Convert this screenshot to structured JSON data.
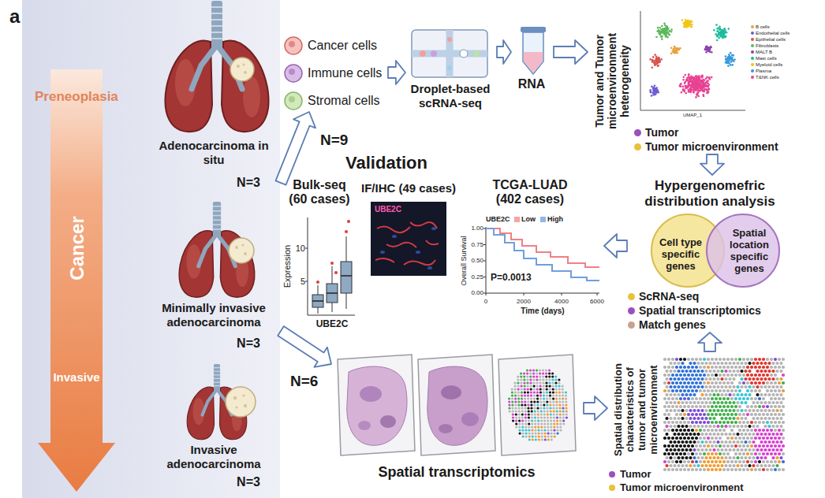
{
  "diagram": {
    "nodes": [
      {
        "text": [
          "Preneoplasia",
          "Cancer",
          "Invasive"
        ]
      },
      {
        "text": [
          "Adenocarcinoma in situ",
          "N=3"
        ],
        "in": 0
      },
      {
        "text": [
          "Minimally invasive adenocarcinoma",
          "N=3"
        ],
        "in": 0
      },
      {
        "text": [
          "Invasive adenocarcinoma",
          "N=3"
        ],
        "in": 0
      },
      {
        "text": [
          "Cancer cells",
          "Immune cells",
          "Stromal cells"
        ]
      },
      {
        "text": [
          "Droplet-based scRNA-seq"
        ]
      },
      {
        "text": [
          "RNA"
        ]
      },
      {
        "text": [
          "Tumor and Tumor microenvironment heterogeneity"
        ]
      },
      {
        "text": [
          "Hypergenomefric distribution analysis"
        ]
      },
      {
        "text": [
          "Cell type specific genes"
        ],
        "in": 8
      },
      {
        "text": [
          "Spatial location specific genes"
        ],
        "in": 8
      },
      {
        "text": [
          "Validation"
        ]
      },
      {
        "text": [
          "Bulk-seq (60 cases)"
        ],
        "in": 11
      },
      {
        "text": [
          "IF/IHC (49 cases)"
        ],
        "in": 11
      },
      {
        "text": [
          "TCGA-LUAD (402 cases)"
        ],
        "in": 11
      },
      {
        "text": [
          "Spatial transcriptomics"
        ]
      },
      {
        "text": [
          "Spatial distribution characteristics of tumor and tumor microenvironment"
        ]
      }
    ],
    "edges": [
      {
        "from": 0,
        "to": 4,
        "arrow": "to",
        "label": "N=9"
      },
      {
        "from": 4,
        "to": 5,
        "arrow": "to"
      },
      {
        "from": 5,
        "to": 6,
        "arrow": "to"
      },
      {
        "from": 6,
        "to": 7,
        "arrow": "to"
      },
      {
        "from": 7,
        "to": 8,
        "arrow": "to"
      },
      {
        "from": 16,
        "to": 8,
        "arrow": "to"
      },
      {
        "from": 8,
        "to": 11,
        "arrow": "to"
      },
      {
        "from": 0,
        "to": 15,
        "arrow": "to",
        "label": "N=6"
      },
      {
        "from": 15,
        "to": 16,
        "arrow": "to"
      }
    ],
    "labels": [
      "a",
      "B cells",
      "Endothelial cells",
      "Epithelial cells",
      "Fibroblasts",
      "MALT B",
      "Mast cells",
      "Myeloid cells",
      "Plasma",
      "T&NK cells",
      "UMAP_1",
      "Expression",
      "10",
      "5",
      "UBE2C",
      "UBE2C",
      "UBE2C",
      "Overall Survival",
      "1.00",
      "0.75",
      "0.50",
      "0.25",
      "0.00",
      "0",
      "2000",
      "4000",
      "6000",
      "Time (days)",
      "P=0.0013"
    ],
    "legend": [
      {
        "text": "Tumor",
        "color": "#9b4fc0"
      },
      {
        "text": "Tumor microenvironment",
        "color": "#e8c23a"
      },
      {
        "text": "ScRNA-seq",
        "color": "#e8c23a"
      },
      {
        "text": "Spatial transcriptomics",
        "color": "#9b4fc0"
      },
      {
        "text": "Match genes",
        "color": "#c9a090"
      },
      {
        "text": "Low",
        "color": "#f4a5a5"
      },
      {
        "text": "High",
        "color": "#8fb8e8"
      },
      {
        "text": "Tumor",
        "color": "#9b4fc0"
      },
      {
        "text": "Tumor microenvironment",
        "color": "#e8c23a"
      }
    ]
  }
}
